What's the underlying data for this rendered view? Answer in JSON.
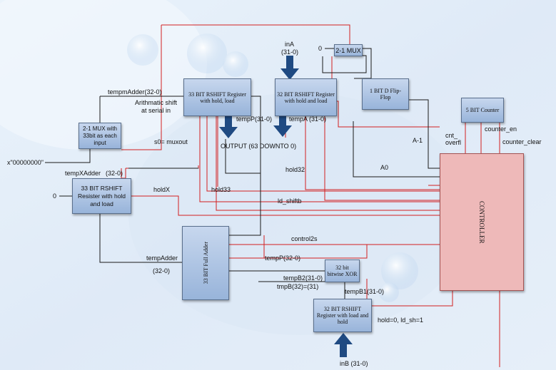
{
  "blocks": {
    "mux21_top": "2-1 MUX",
    "rshift33_hold_load": "33 BIT RSHIFT Register with hold, load",
    "rshift32_hold_load": "32 BIT RSHIFT Register with hold and load",
    "dff": "1 BIT D Flip-Flop",
    "counter": "5 BIT Counter",
    "mux_33bit": "2-1 MUX with 33bit as each input",
    "rshift33_x": "33 BIT RSHIFT Resister with hold and load",
    "full_adder": "33 BIT Full Adder",
    "xor": "32 bit bitwise XOR",
    "rshift32_b": "32 BIT RSHIFT Register with load and hold",
    "controller": "CONTROLLER"
  },
  "labels": {
    "zero_mux": "0",
    "inA": "inA",
    "inA_width": "(31-0)",
    "temppmAdder": "tempmAdder(32-0)",
    "arith_shift": "Arithmatic shift",
    "at_serial": "at serial in",
    "tempP": "tempP(31-0)",
    "tempA": "tempA (31-0)",
    "output": "OUTPUT (63 DOWNTO 0)",
    "s0": "s0= muxout",
    "a_minus_1": "A-1",
    "cnt_overfl_1": "cnt_",
    "cnt_overfl_2": "overfl",
    "counter_en": "counter_en",
    "counter_clear": "counter_clear",
    "x_zero": "x\"00000000\"",
    "tempXAdder": "tempXAdder",
    "width32_0": "(32-0)",
    "hold32": "hold32",
    "a0": "A0",
    "zero_x": "0",
    "holdX": "holdX",
    "hold33": "hold33",
    "ld_shiftb": "ld_shiftb",
    "control2s": "control2s",
    "tempAdder": "tempAdder",
    "tempAdder_width": "(32-0)",
    "tempP_adder": "tempP(32-0)",
    "tempB2": "tempB2(31-0)",
    "tmpB": "tmpB(32)=(31)",
    "tempB1": "tempB1(31-0)",
    "hold_ld": "hold=0, ld_sh=1",
    "inB": "inB (31-0)"
  },
  "colors": {
    "wire_red": "#d22020",
    "wire_dark": "#1a1a1a",
    "block_fill": "#aec4e4",
    "controller_fill": "#eeb9b9",
    "arrow": "#1f4a82"
  }
}
